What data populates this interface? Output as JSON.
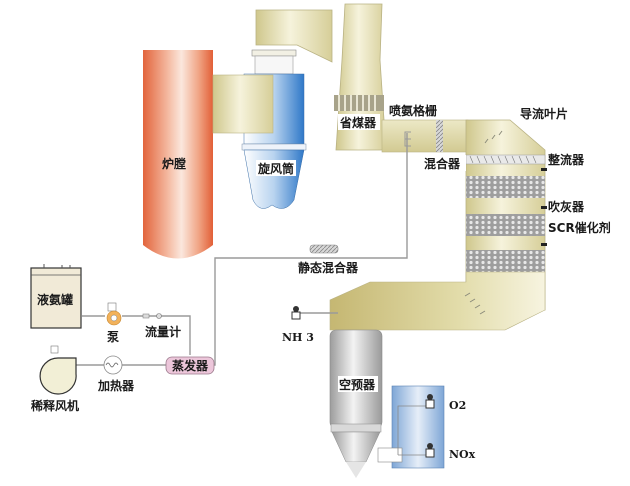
{
  "title": "SCR烟气脱硝工艺流程示意图",
  "labels": {
    "furnace": "炉膛",
    "cyclone": "旋风筒",
    "economizer": "省煤器",
    "ammonia_grid": "喷氨格栅",
    "guide_vanes": "导流叶片",
    "mixer": "混合器",
    "rectifier": "整流器",
    "soot_blower": "吹灰器",
    "scr_catalyst": "SCR催化剂",
    "static_mixer": "静态混合器",
    "liquid_ammonia_tank": "液氨罐",
    "pump": "泵",
    "flow_meter": "流量计",
    "evaporator": "蒸发器",
    "dilution_fan": "稀释风机",
    "heater": "加热器",
    "nh3_analyzer": "NH 3",
    "air_preheater": "空预器",
    "o2_analyzer": "O2",
    "nox_analyzer": "NOx"
  },
  "colors": {
    "furnace": "#e8714a",
    "cyclone": "#4f8fd0",
    "duct": "#d9d3a0",
    "catalyst": "#8f8f8f",
    "preheater": "#a8a8a8",
    "analyzer_box": "#8fb3dc",
    "evaporator": "#e4b8cf",
    "pipe": "#9a9a9a"
  }
}
